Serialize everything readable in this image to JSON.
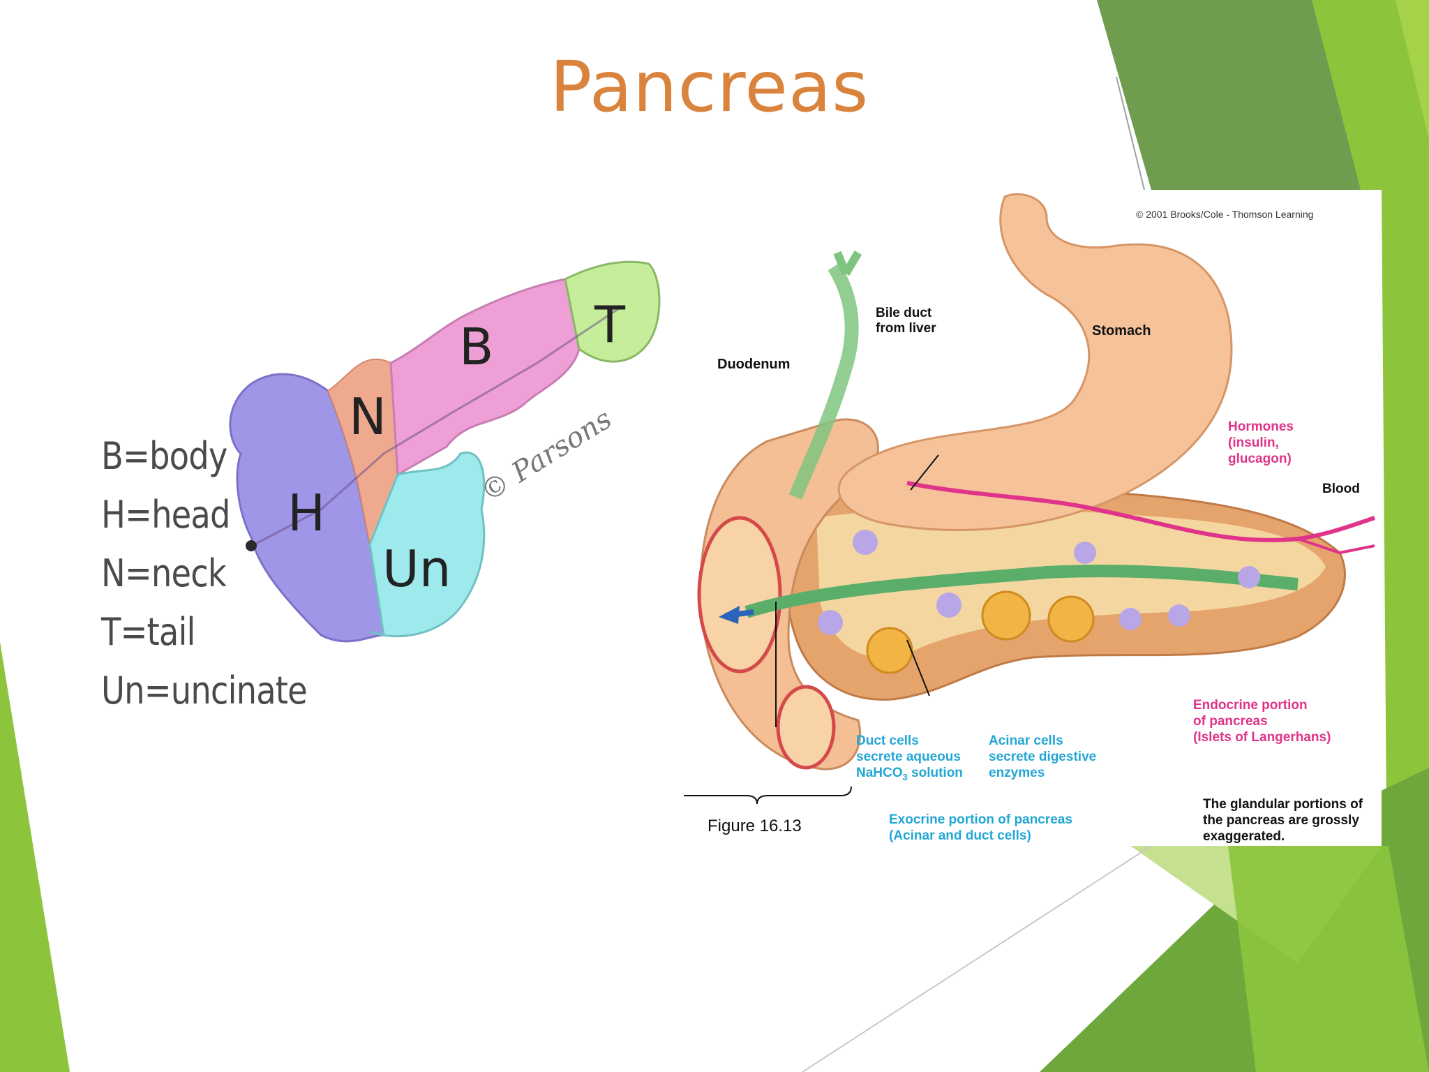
{
  "slide": {
    "title": "Pancreas",
    "accent_color": "#d9833c",
    "theme_green": "#8cc43c"
  },
  "left_figure": {
    "region_labels": {
      "head": "H",
      "neck": "N",
      "body": "B",
      "tail": "T",
      "uncinate": "Un"
    },
    "signature": "© Parsons",
    "legend": [
      "B=body",
      "H=head",
      "N=neck",
      "T=tail",
      "Un=uncinate"
    ]
  },
  "right_figure": {
    "copyright": "© 2001 Brooks/Cole - Thomson Learning",
    "labels": {
      "bile_duct_1": "Bile duct",
      "bile_duct_2": "from liver",
      "stomach": "Stomach",
      "duodenum": "Duodenum",
      "hormones_1": "Hormones",
      "hormones_2": "(insulin,",
      "hormones_3": "glucagon)",
      "blood": "Blood",
      "endocrine_1": "Endocrine portion",
      "endocrine_2": "of pancreas",
      "endocrine_3": "(Islets of Langerhans)",
      "duct_cells_1": "Duct cells",
      "duct_cells_2": "secrete aqueous",
      "duct_cells_3_pre": "NaHCO",
      "duct_cells_3_sub": "3",
      "duct_cells_3_post": " solution",
      "acinar_1": "Acinar cells",
      "acinar_2": "secrete digestive",
      "acinar_3": "enzymes",
      "exocrine_1": "Exocrine portion of pancreas",
      "exocrine_2": "(Acinar and duct cells)",
      "figure": "Figure 16.13",
      "note_1": "The glandular portions of",
      "note_2": "the pancreas are grossly",
      "note_3": "exaggerated."
    },
    "colors": {
      "hormone_label": "#e0338a",
      "exocrine_label": "#22a6d4",
      "stomach": "#f6c29a",
      "pancreas": "#e9a872",
      "duct": "#6fbf73"
    }
  }
}
